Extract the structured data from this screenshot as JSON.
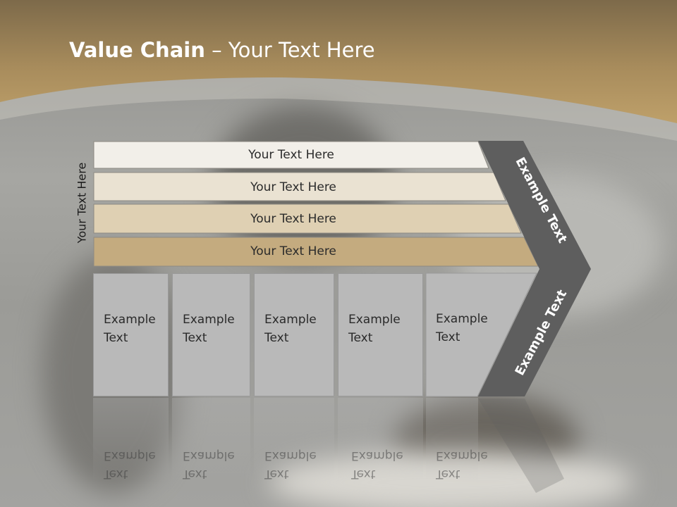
{
  "slide": {
    "title_bold": "Value Chain",
    "title_rest": " – Your Text Here"
  },
  "side_label": "Your Text Here",
  "bands": [
    {
      "label": "Your Text Here",
      "color": "#f2efe9"
    },
    {
      "label": "Your Text Here",
      "color": "#eae2d2"
    },
    {
      "label": "Your Text Here",
      "color": "#dfd0b3"
    },
    {
      "label": "Your Text Here",
      "color": "#c4ab7f"
    }
  ],
  "boxes": [
    {
      "line1": "Example",
      "line2": "Text"
    },
    {
      "line1": "Example",
      "line2": "Text"
    },
    {
      "line1": "Example",
      "line2": "Text"
    },
    {
      "line1": "Example",
      "line2": "Text"
    },
    {
      "line1": "Example",
      "line2": "Text"
    }
  ],
  "chevron": {
    "upper_label": "Example Text",
    "lower_label": "Example Text",
    "color": "#5e5e5e"
  },
  "colors": {
    "header_gold": "#b7975f",
    "header_dark": "#7a6646"
  }
}
